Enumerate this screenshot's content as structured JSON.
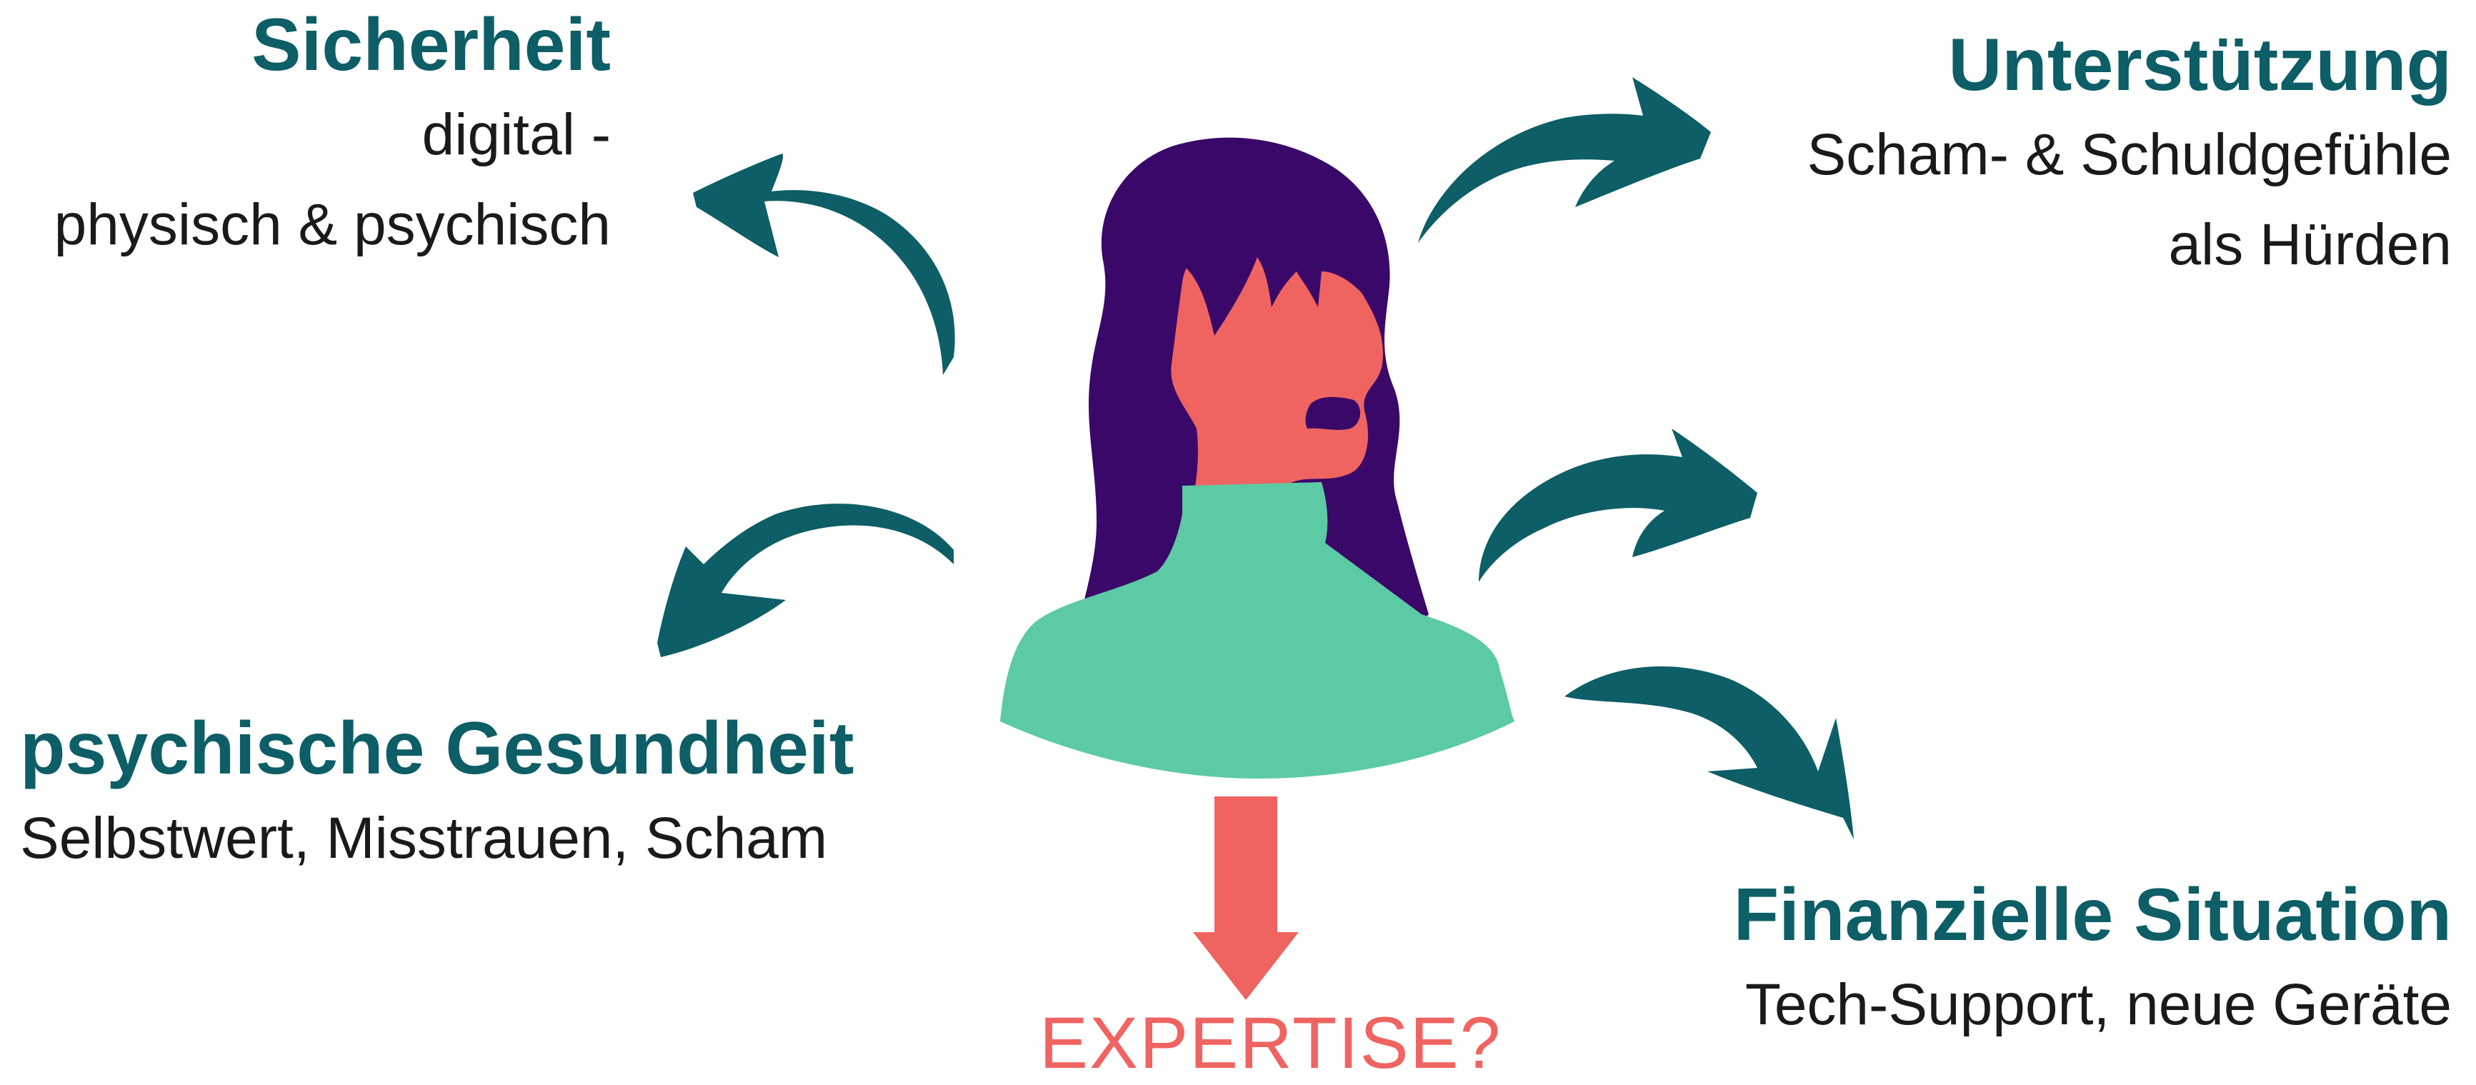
{
  "colors": {
    "teal": "#0d5e66",
    "coral": "#ef6461",
    "purple": "#3a0868",
    "mint": "#5ccaa5",
    "text": "#1a1a1a"
  },
  "topics": {
    "sicherheit": {
      "title": "Sicherheit",
      "lines": [
        "digital -",
        "physisch & psychisch"
      ]
    },
    "unterstuetzung": {
      "title": "Unterstützung",
      "lines": [
        "Scham- & Schuldgefühle",
        "als Hürden"
      ]
    },
    "psychische_gesundheit": {
      "title": "psychische Gesundheit",
      "lines": [
        "Selbstwert, Misstrauen, Scham"
      ]
    },
    "finanzielle_situation": {
      "title": "Finanzielle Situation",
      "lines": [
        "Tech-Support, neue Geräte"
      ]
    }
  },
  "center": {
    "figure_icon": "woman-portrait-icon",
    "output_arrow_icon": "down-arrow-icon",
    "output_label": "EXPERTISE?"
  },
  "arrows": [
    {
      "name": "arrow-to-sicherheit",
      "icon": "curved-arrow-icon"
    },
    {
      "name": "arrow-to-unterstuetzung",
      "icon": "curved-arrow-icon"
    },
    {
      "name": "arrow-to-psychische-gesundheit",
      "icon": "curved-arrow-icon"
    },
    {
      "name": "arrow-to-finanzielle-situation-upper",
      "icon": "curved-arrow-icon"
    },
    {
      "name": "arrow-to-finanzielle-situation-lower",
      "icon": "curved-arrow-icon"
    }
  ]
}
